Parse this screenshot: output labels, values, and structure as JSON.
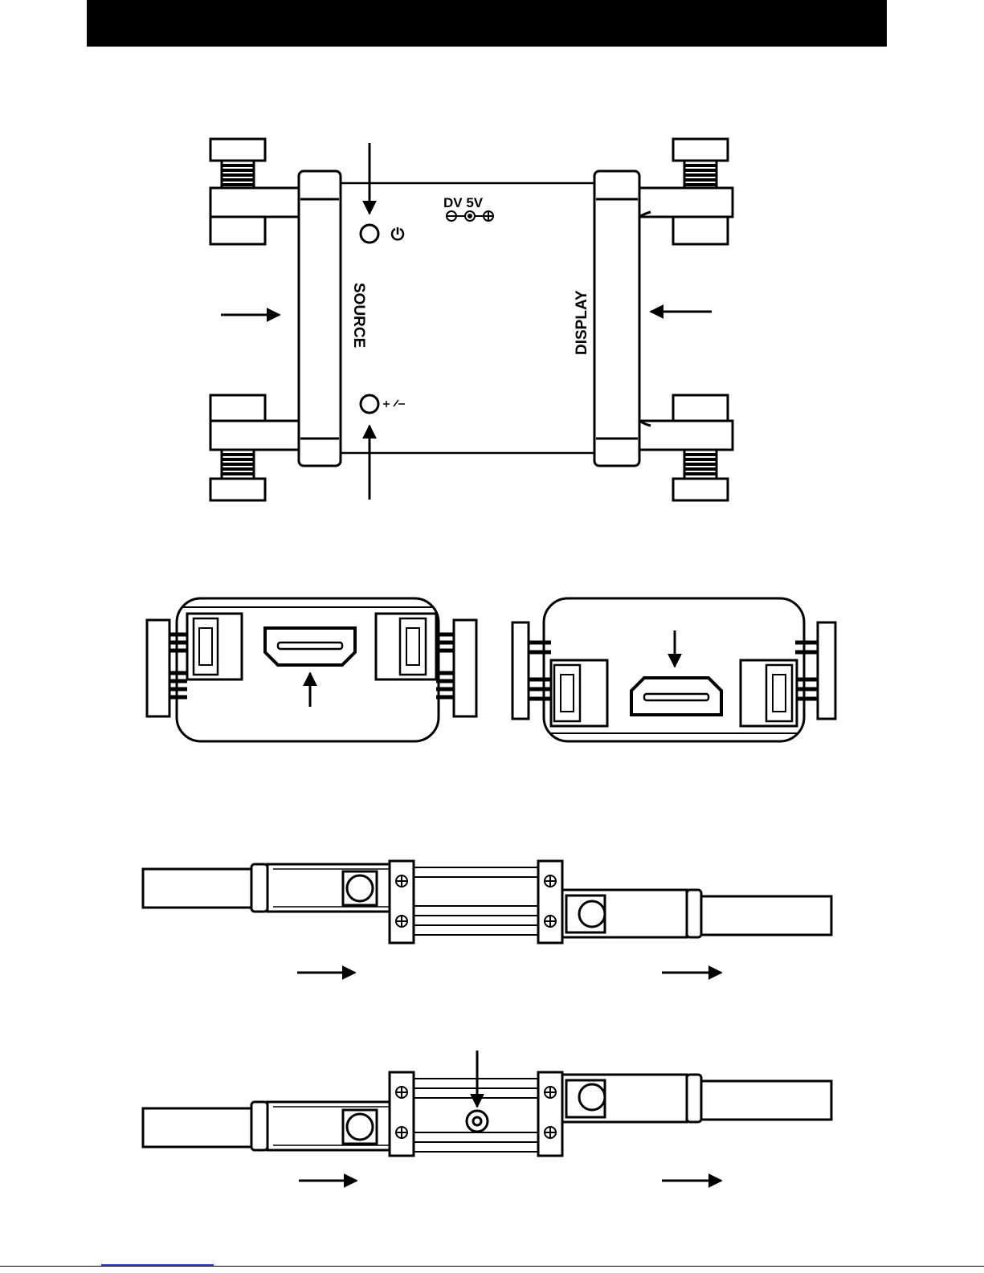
{
  "header": {
    "title": ""
  },
  "top_view": {
    "source_label": "SOURCE",
    "display_label": "DISPLAY",
    "power_label": "DV  5V"
  }
}
